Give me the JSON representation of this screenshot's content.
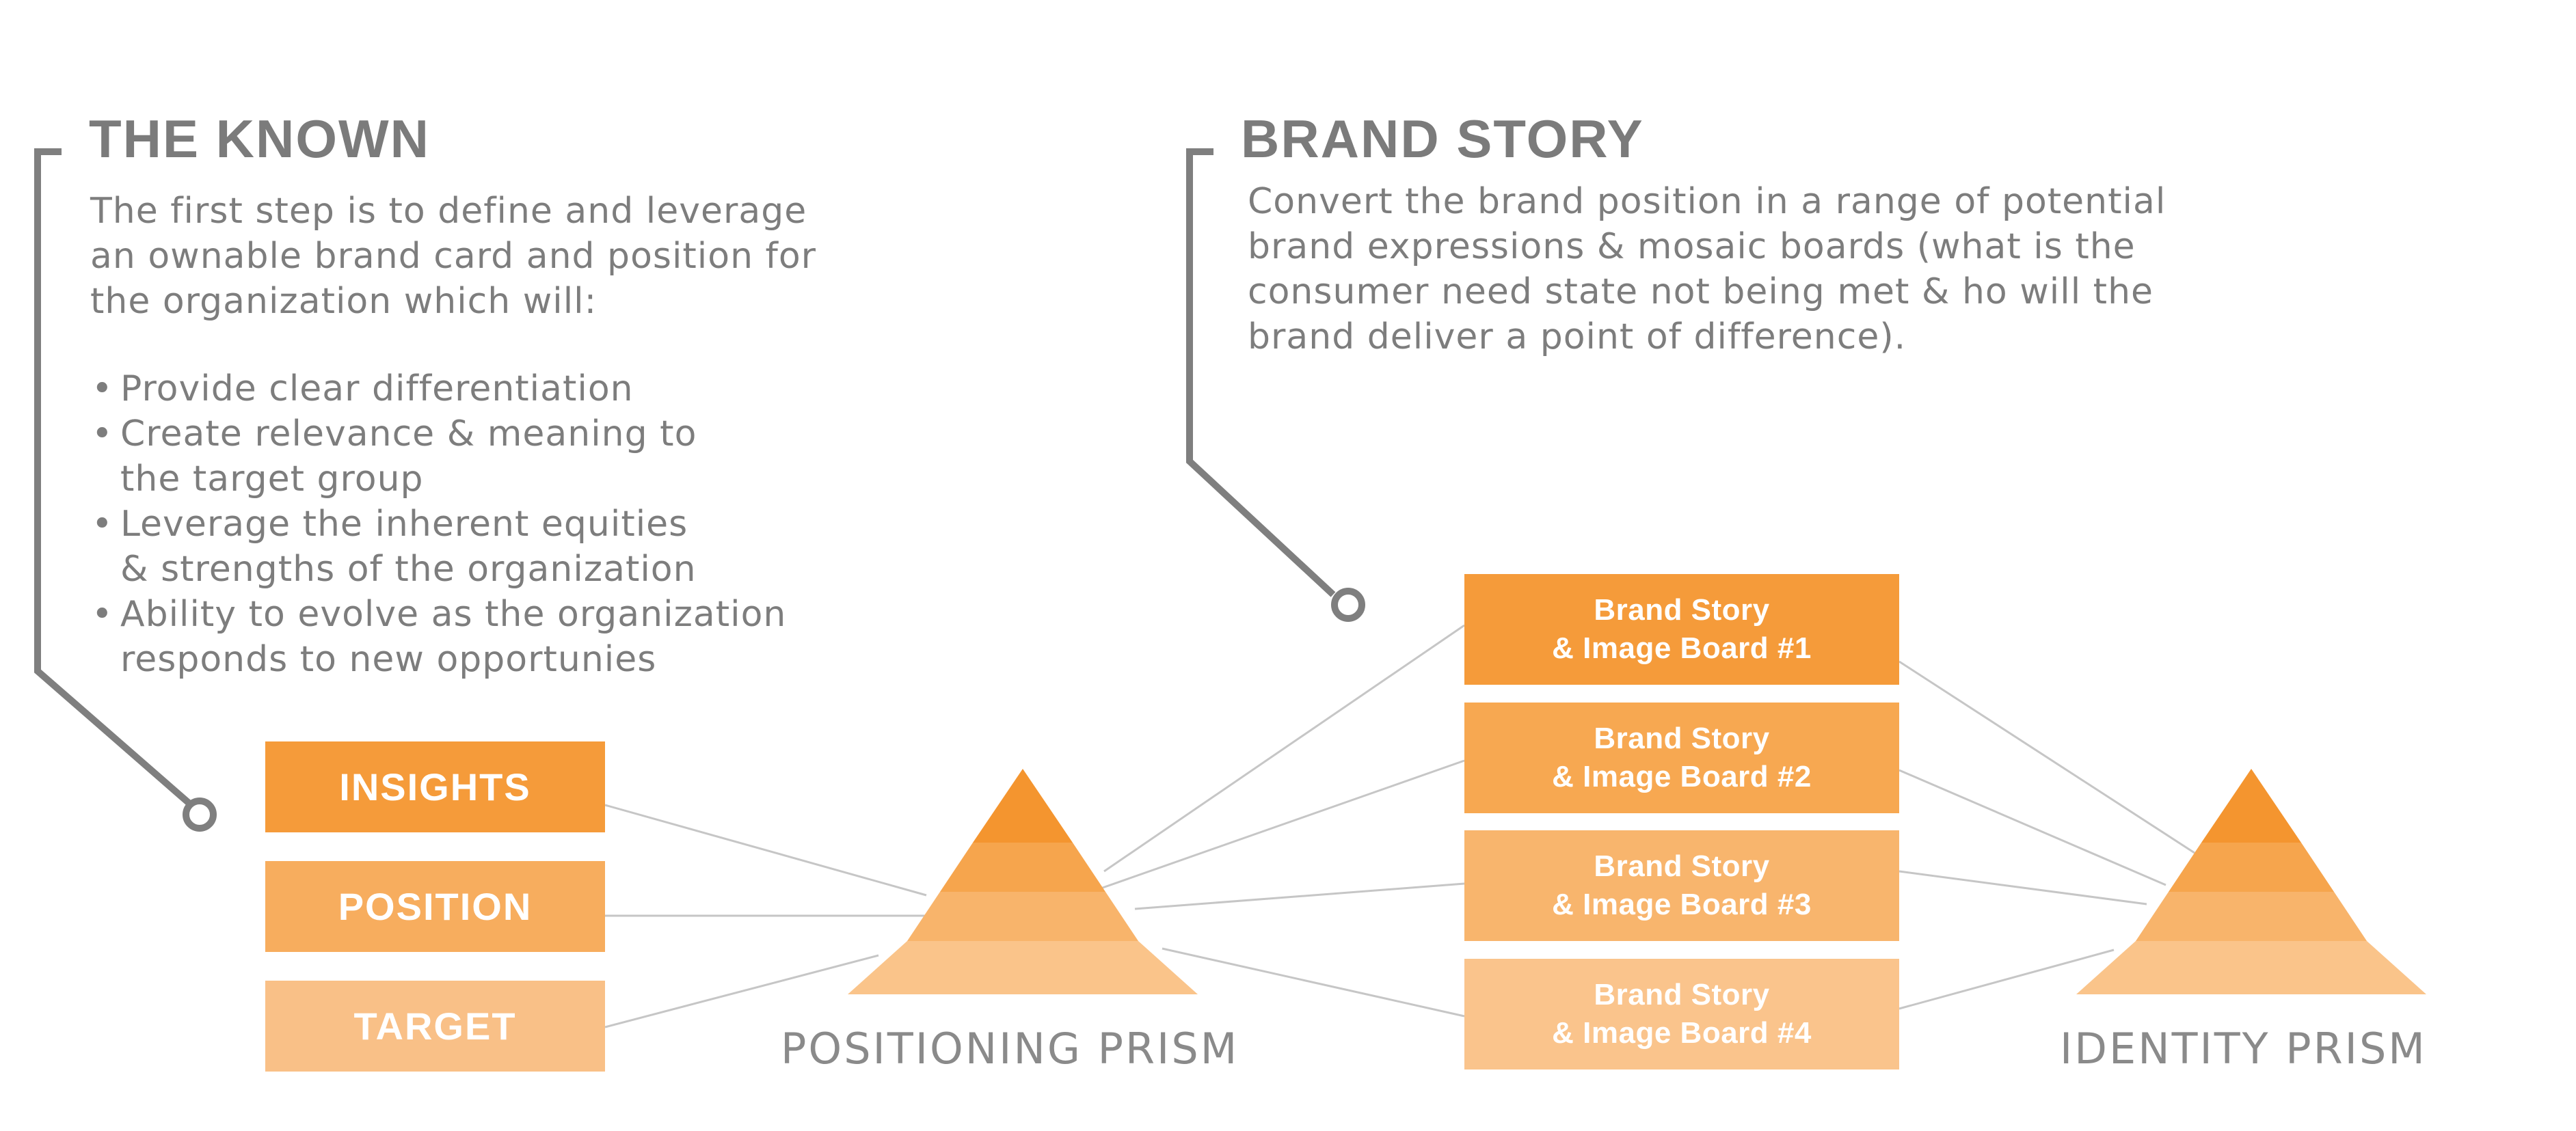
{
  "known": {
    "title": "THE KNOWN",
    "intro": [
      "The first step is to define and leverage",
      "an ownable brand card and position for",
      "the organization which will:"
    ],
    "bullets": [
      "Provide clear differentiation",
      "Create relevance & meaning to\nthe target group",
      "Leverage the inherent equities\n& strengths of the organization",
      "Ability to evolve as the organization\nresponds to new opportunies"
    ],
    "bullet_glyph": "•"
  },
  "story": {
    "title": "BRAND STORY",
    "text": [
      "Convert the brand position in a range of potential",
      "brand expressions & mosaic boards (what is the",
      "consumer need state not being met & ho will the",
      "brand deliver a point of difference)."
    ]
  },
  "inputs": [
    {
      "label": "INSIGHTS",
      "color": "#f59b3a"
    },
    {
      "label": "POSITION",
      "color": "#f7ad5e"
    },
    {
      "label": "TARGET",
      "color": "#f9c087"
    }
  ],
  "boards": [
    {
      "label": "Brand Story\n& Image Board #1",
      "color": "#f59b3a"
    },
    {
      "label": "Brand Story\n& Image Board #2",
      "color": "#f7a851"
    },
    {
      "label": "Brand Story\n& Image Board #3",
      "color": "#f8b56d"
    },
    {
      "label": "Brand Story\n& Image Board #4",
      "color": "#fac48c"
    }
  ],
  "prisms": {
    "positioning": {
      "label": "POSITIONING PRISM"
    },
    "identity": {
      "label": "IDENTITY PRISM"
    },
    "layer_colors": [
      "#f4952f",
      "#f6a54d",
      "#f8b46b",
      "#fac48a"
    ]
  },
  "colors": {
    "connector": "#c6c6c6",
    "callout": "#7f7f7f",
    "heading": "#7b7b7b"
  }
}
